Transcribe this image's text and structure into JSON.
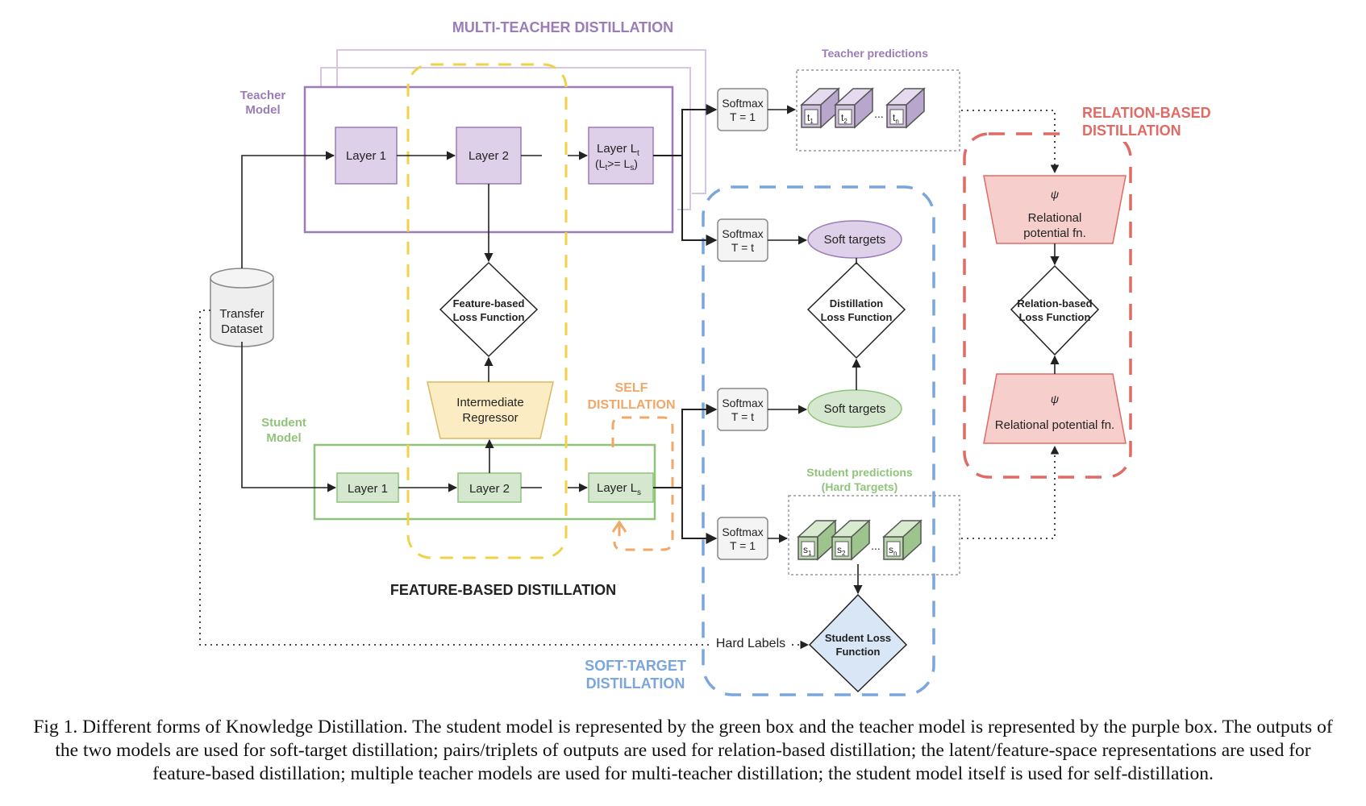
{
  "colors": {
    "teacher": "#9b7bb8",
    "teacher_fill": "#ddd0e8",
    "student": "#8fc47a",
    "student_fill": "#d5e8cf",
    "feature": "#f0d24a",
    "feature_fill": "#fcecc4",
    "self": "#f0a868",
    "soft": "#7aa6db",
    "relation": "#e06a64",
    "relation_fill": "#f6cfcc",
    "arrow": "#222222"
  },
  "labels": {
    "multi_teacher": "MULTI-TEACHER DISTILLATION",
    "teacher_predictions": "Teacher predictions",
    "relation_based": [
      "RELATION-BASED",
      "DISTILLATION"
    ],
    "teacher_model": [
      "Teacher",
      "Model"
    ],
    "student_model": [
      "Student",
      "Model"
    ],
    "self_distillation": [
      "SELF",
      "DISTILLATION"
    ],
    "feature_based": "FEATURE-BASED DISTILLATION",
    "soft_target": [
      "SOFT-TARGET",
      "DISTILLATION"
    ],
    "student_predictions": [
      "Student predictions",
      "(Hard Targets)"
    ]
  },
  "teacher_layers": [
    "Layer 1",
    "Layer 2",
    "Layer L",
    "t",
    "(L",
    "t",
    ">= L",
    "s",
    ")"
  ],
  "student_layers": [
    "Layer 1",
    "Layer 2",
    "Layer L",
    "s"
  ],
  "dataset": [
    "Transfer",
    "Dataset"
  ],
  "softmax": [
    {
      "name": "Softmax",
      "temp": "T = 1"
    },
    {
      "name": "Softmax",
      "temp": "T = t"
    },
    {
      "name": "Softmax",
      "temp": "T = t"
    },
    {
      "name": "Softmax",
      "temp": "T = 1"
    }
  ],
  "teacher_outputs": [
    "t",
    "1",
    "t",
    "2",
    "t",
    "n"
  ],
  "student_outputs": [
    "s",
    "1",
    "s",
    "2",
    "s",
    "n"
  ],
  "dots": "...",
  "soft_targets": "Soft targets",
  "distillation_loss": [
    "Distillation",
    "Loss Function"
  ],
  "feature_loss": [
    "Feature-based",
    "Loss Function"
  ],
  "regressor": [
    "Intermediate",
    "Regressor"
  ],
  "relational_top": {
    "psi": "ψ",
    "text": [
      "Relational",
      "potential fn."
    ]
  },
  "relation_loss": [
    "Relation-based",
    "Loss Function"
  ],
  "relational_bottom": {
    "psi": "ψ",
    "text": "Relational potential fn."
  },
  "hard_labels": "Hard Labels",
  "student_loss": [
    "Student Loss",
    "Function"
  ],
  "caption": "Fig 1. Different forms of Knowledge Distillation. The student model is represented by the green box and the teacher model is represented by the purple box. The outputs of the two models are used for soft-target distillation; pairs/triplets of outputs are used for relation-based distillation; the latent/feature-space representations are used for feature-based distillation; multiple teacher models are used for multi-teacher distillation; the student model itself is used for self-distillation."
}
